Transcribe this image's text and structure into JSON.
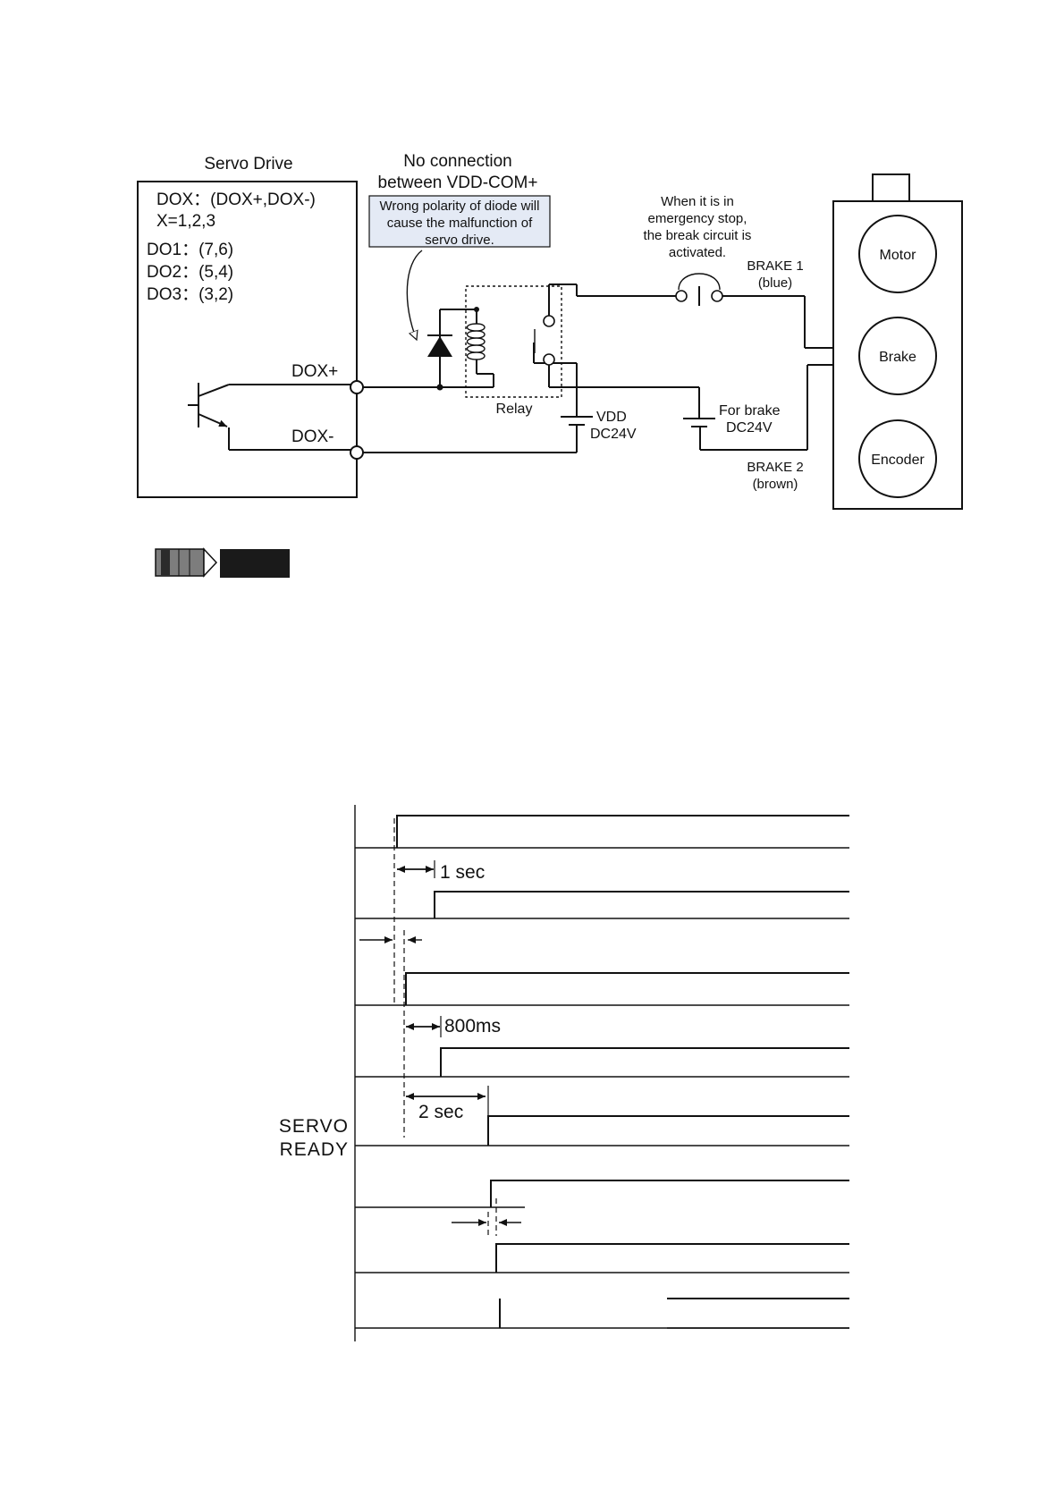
{
  "wiring": {
    "drive_title": "Servo Drive",
    "dox_def": "DOX：(DOX+,DOX-)",
    "x_def": "X=1,2,3",
    "do_pins": [
      "DO1：(7,6)",
      "DO2：(5,4)",
      "DO3：(3,2)"
    ],
    "dox_plus": "DOX+",
    "dox_minus": "DOX-",
    "no_conn_line1": "No connection",
    "no_conn_line2": "between VDD-COM+",
    "warn_lines": [
      "Wrong polarity of diode will",
      "cause the malfunction of",
      "servo drive."
    ],
    "estop_lines": [
      "When it is in",
      "emergency stop,",
      "the break circuit is",
      "activated."
    ],
    "brake1_line1": "BRAKE 1",
    "brake1_line2": "(blue)",
    "brake2_line1": "BRAKE 2",
    "brake2_line2": "(brown)",
    "relay": "Relay",
    "vdd_line1": "VDD",
    "vdd_line2": "DC24V",
    "forbrake_line1": "For brake",
    "forbrake_line2": "DC24V",
    "motor": "Motor",
    "brake": "Brake",
    "encoder": "Encoder",
    "colors": {
      "warn_fill": "#e4eaf5",
      "line": "#111111"
    }
  },
  "timing": {
    "delay_1": "1 sec",
    "delay_2": "800ms",
    "delay_3": "2 sec",
    "servo_line1": "SERVO",
    "servo_line2": "READY"
  }
}
